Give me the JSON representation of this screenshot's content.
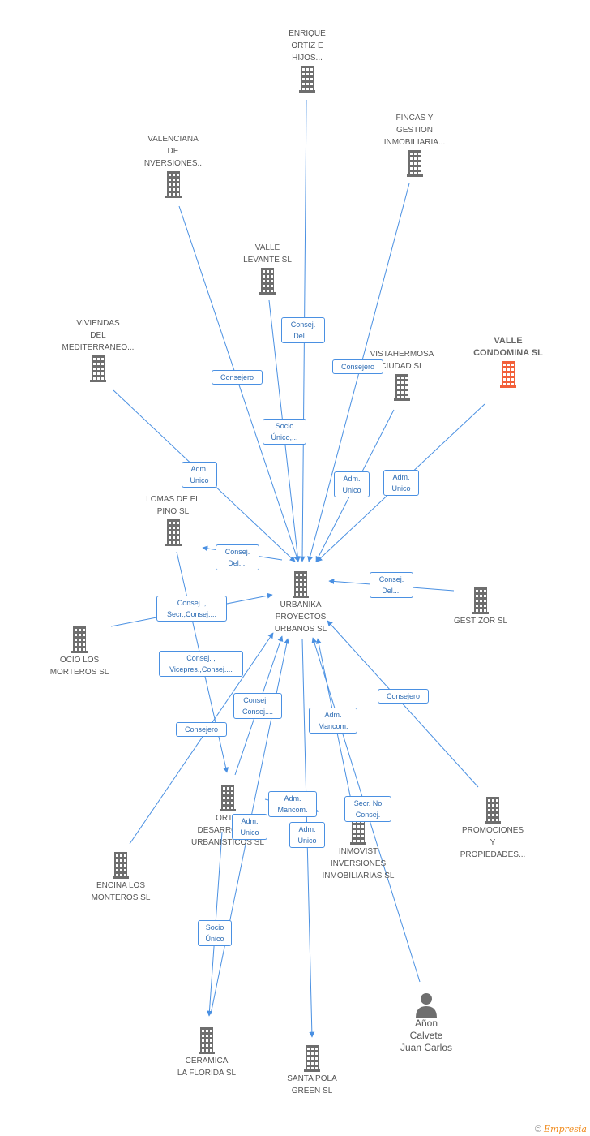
{
  "colors": {
    "edge": "#4a90e2",
    "building": "#6e6e6e",
    "highlight": "#f2603a"
  },
  "nodes": [
    {
      "id": "enrique",
      "label": "ENRIQUE\nORTIZ E\nHIJOS...",
      "icon": "building-icon"
    },
    {
      "id": "fincas",
      "label": "FINCAS Y\nGESTION\nINMOBILIARIA...",
      "icon": "building-icon"
    },
    {
      "id": "valenciana",
      "label": "VALENCIANA\nDE\nINVERSIONES...",
      "icon": "building-icon"
    },
    {
      "id": "vallelevante",
      "label": "VALLE\nLEVANTE SL",
      "icon": "building-icon"
    },
    {
      "id": "viviendas",
      "label": "VIVIENDAS\nDEL\nMEDITERRANEO...",
      "icon": "building-icon"
    },
    {
      "id": "vistahermosa",
      "label": "VISTAHERMOSA\nCIUDAD SL",
      "icon": "building-icon"
    },
    {
      "id": "vallecondomina",
      "label": "VALLE\nCONDOMINA SL",
      "icon": "building-icon"
    },
    {
      "id": "lomas",
      "label": "LOMAS DE EL\nPINO SL",
      "icon": "building-icon"
    },
    {
      "id": "urbanika",
      "label": "URBANIKA\nPROYECTOS\nURBANOS  SL",
      "icon": "building-icon"
    },
    {
      "id": "gestizor",
      "label": "GESTIZOR SL",
      "icon": "building-icon"
    },
    {
      "id": "ocio",
      "label": "OCIO LOS\nMORTEROS  SL",
      "icon": "building-icon"
    },
    {
      "id": "ortiz",
      "label": "ORTIZ\nDESARROLLOS\nURBANISTICOS SL",
      "icon": "building-icon"
    },
    {
      "id": "inmovist",
      "label": "INMOVIST\nINVERSIONES\nINMOBILIARIAS SL",
      "icon": "building-icon"
    },
    {
      "id": "promociones",
      "label": "PROMOCIONES\nY\nPROPIEDADES...",
      "icon": "building-icon"
    },
    {
      "id": "encina",
      "label": "ENCINA LOS\nMONTEROS SL",
      "icon": "building-icon"
    },
    {
      "id": "ceramica",
      "label": "CERAMICA\nLA FLORIDA SL",
      "icon": "building-icon"
    },
    {
      "id": "santapola",
      "label": "SANTA POLA\nGREEN SL",
      "icon": "building-icon"
    },
    {
      "id": "anon",
      "label": "Añon\nCalvete\nJuan Carlos",
      "icon": "person-icon"
    }
  ],
  "edge_labels": [
    "Consej.\nDel....",
    "Consejero",
    "Consejero",
    "Socio\nÚnico,...",
    "Adm.\nUnico",
    "Adm.\nUnico",
    "Adm.\nUnico",
    "Consej.\nDel....",
    "Consej.\nDel....",
    "Consej. ,\nSecr.,Consej....",
    "Consej. ,\nVicepres.,Consej....",
    "Consej. ,\nConsej....",
    "Consejero",
    "Adm.\nMancom.",
    "Consejero",
    "Adm.\nMancom.",
    "Adm.\nUnico",
    "Adm.\nUnico",
    "Secr.  No\nConsej.",
    "Socio\nÚnico"
  ],
  "footer": {
    "copyright": "©",
    "brand": "Empresia"
  }
}
